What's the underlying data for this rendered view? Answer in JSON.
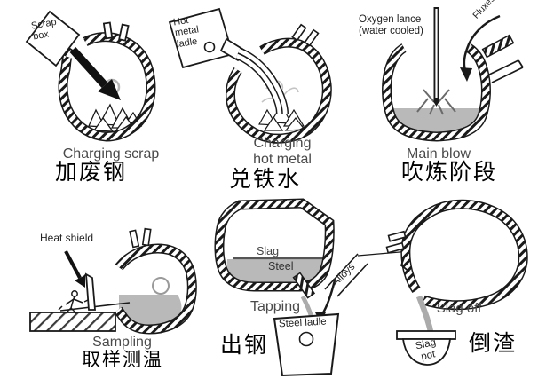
{
  "stages": [
    {
      "name_en": "Charging scrap",
      "name_zh": "加废钢",
      "labels": {
        "scrap_box": "Scrap box"
      }
    },
    {
      "name_en": "Charging hot metal",
      "name_zh": "兑铁水",
      "labels": {
        "ladle": "Hot metal ladle"
      }
    },
    {
      "name_en": "Main blow",
      "name_zh": "吹炼阶段",
      "labels": {
        "lance": "Oxygen lance (water cooled)",
        "fluxes": "Fluxes"
      }
    },
    {
      "name_en": "Sampling",
      "name_zh": "取样测温",
      "labels": {
        "heat_shield": "Heat shield"
      }
    },
    {
      "name_en": "Tapping",
      "name_zh": "出钢",
      "labels": {
        "slag": "Slag",
        "steel": "Steel",
        "alloys": "Alloys",
        "steel_ladle": "Steel ladle"
      }
    },
    {
      "name_en": "Slag off",
      "name_zh": "倒渣",
      "labels": {
        "slag_pot": "Slag pot"
      }
    }
  ],
  "colors": {
    "line": "#1a1a1a",
    "liquid_gray": "#b9b9b9",
    "stage_label_gray": "#4a4a4a",
    "background": "#ffffff"
  }
}
